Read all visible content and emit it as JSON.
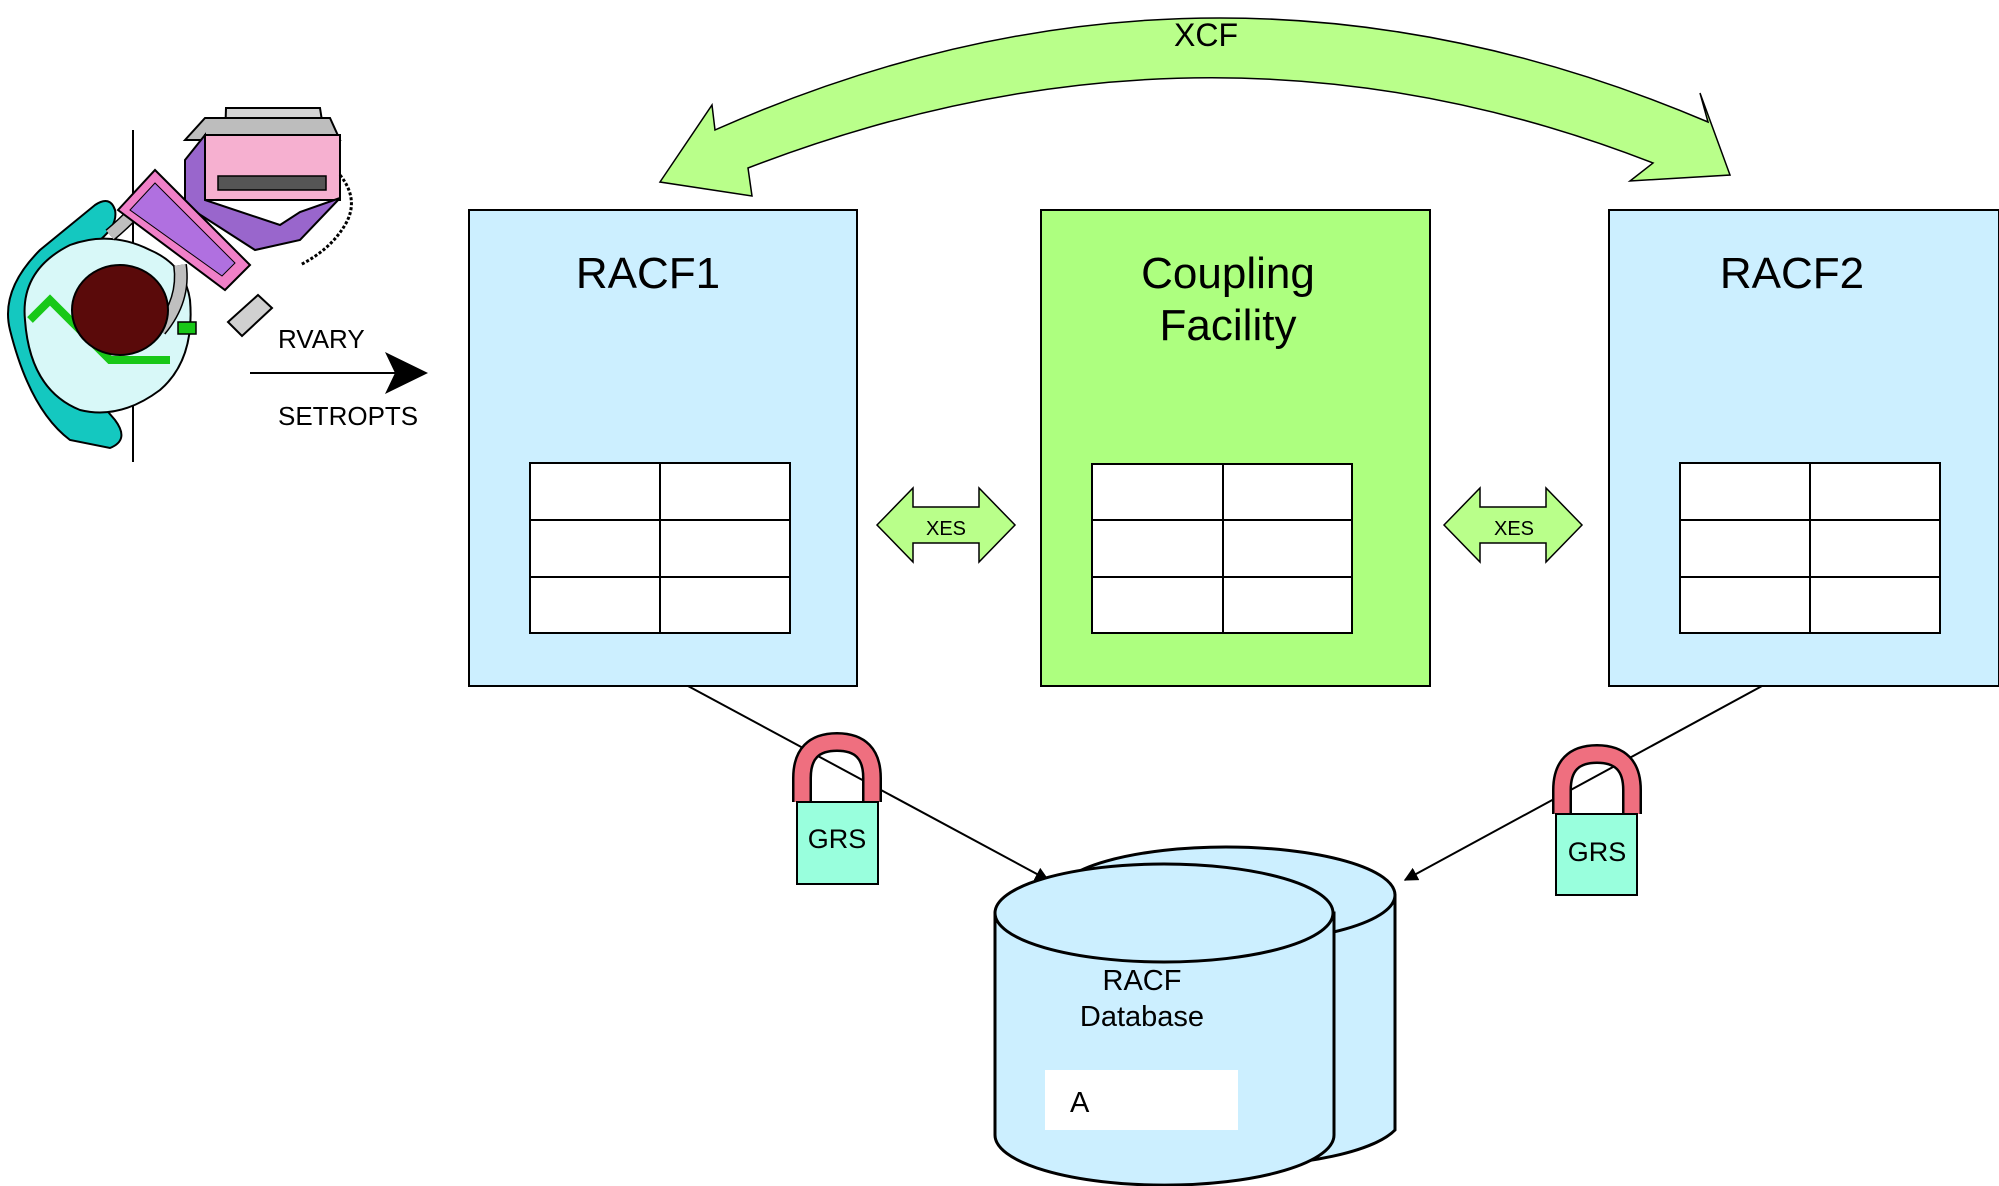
{
  "xcf_label": "XCF",
  "commands": [
    "RVARY",
    "SETROPTS"
  ],
  "systems": {
    "racf1_title": "RACF1",
    "cf_title_line1": "Coupling",
    "cf_title_line2": "Facility",
    "racf2_title": "RACF2"
  },
  "xes_left": "XES",
  "xes_right": "XES",
  "grs_left": "GRS",
  "grs_right": "GRS",
  "database": {
    "line1": "RACF",
    "line2": "Database",
    "record": "A"
  },
  "colors": {
    "system_fill": "#ccefff",
    "cf_fill": "#adff7f",
    "arrow_fill": "#b9ff8a",
    "lock_body": "#99ffdd",
    "lock_shackle": "#ef6f7f"
  },
  "icons": [
    "user-at-workstation-icon",
    "padlock-icon",
    "disk-stack-icon"
  ]
}
